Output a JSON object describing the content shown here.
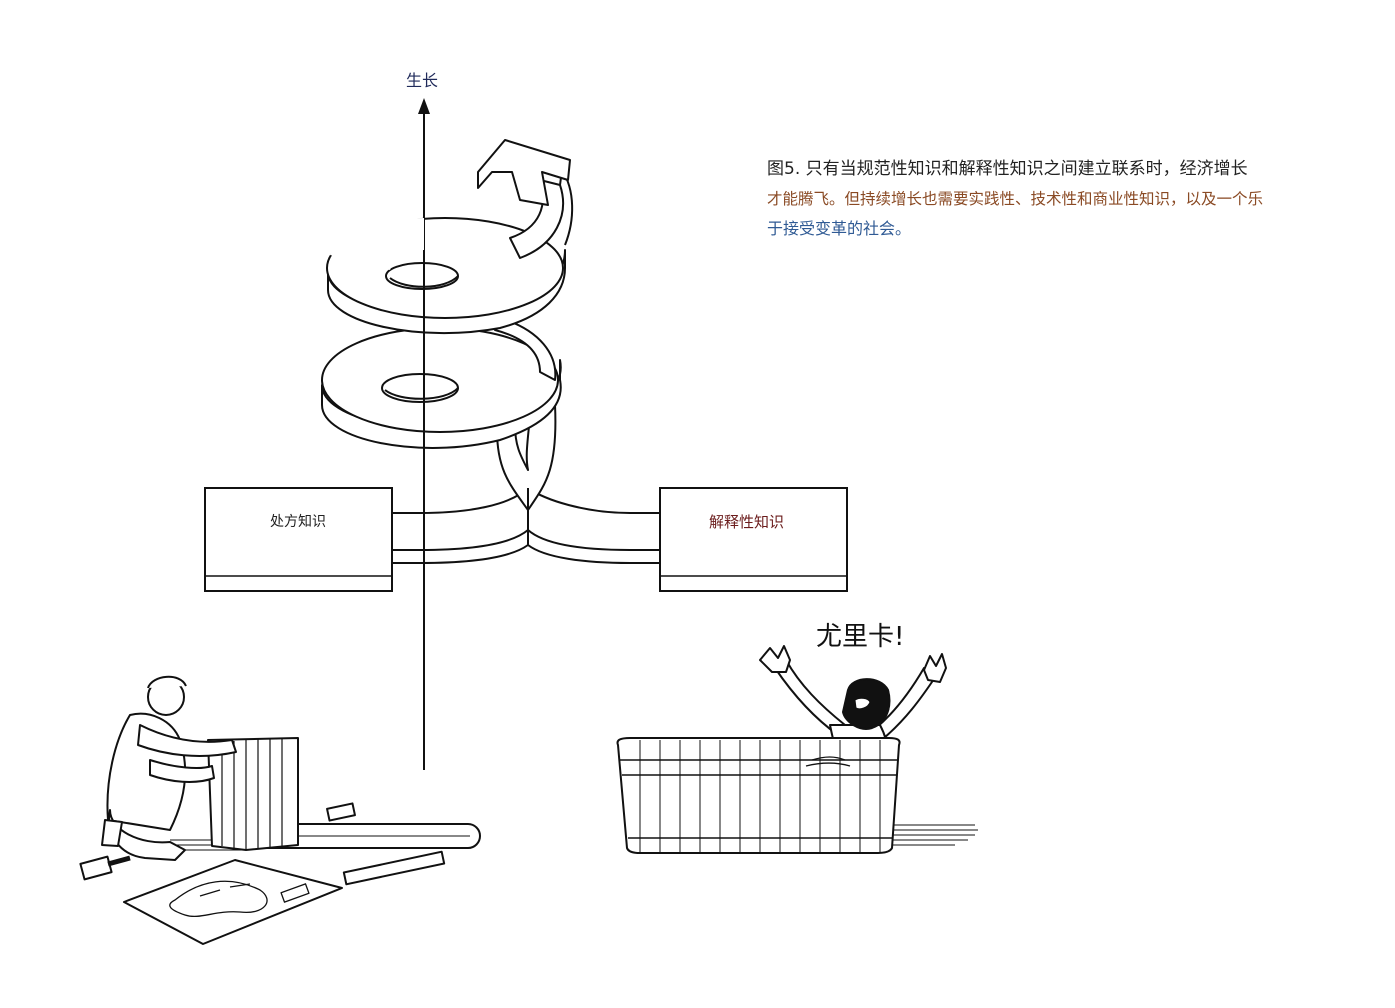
{
  "axis": {
    "label": "生长"
  },
  "boxes": {
    "left": {
      "label": "处方知识"
    },
    "right": {
      "label": "解释性知识"
    }
  },
  "exclamation": "尤里卡!",
  "caption": {
    "line1": "图5. 只有当规范性知识和解释性知识之间建立联系时，经济增长",
    "line2": "才能腾飞。但持续增长也需要实践性、技术性和商业性知识，以及一个乐",
    "line3": "于接受变革的社会。"
  },
  "colors": {
    "axis_label": "#1f2a5a",
    "right_box_label": "#6b1c1c",
    "caption_line1": "#222222",
    "caption_line2": "#8a4a24",
    "caption_line3": "#2f5a94",
    "ink": "#111111"
  },
  "figures": {
    "left": "craftsman-icon",
    "right": "bather-icon"
  }
}
